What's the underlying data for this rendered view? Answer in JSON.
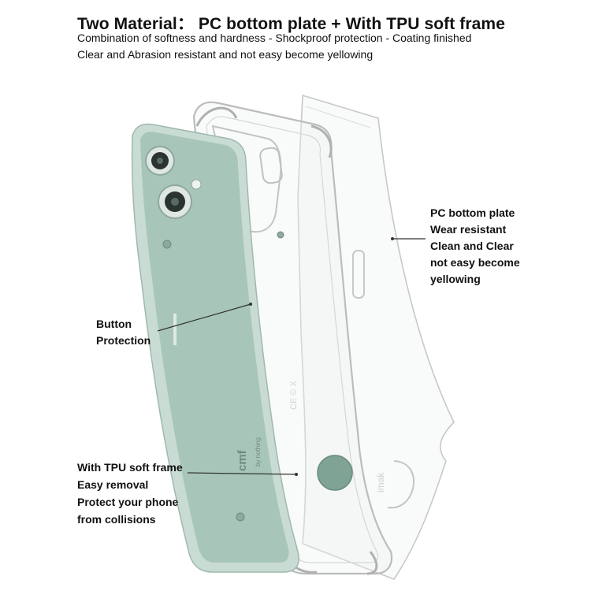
{
  "header": {
    "title": "Two Material： PC bottom plate + With TPU soft frame",
    "subtitle_line1": "Combination of softness and hardness - Shockproof protection - Coating finished",
    "subtitle_line2": "Clear and Abrasion resistant and not easy become yellowing"
  },
  "callouts": {
    "pc_plate": [
      "PC bottom plate",
      "Wear resistant",
      "Clean and Clear",
      "not easy become",
      "yellowing"
    ],
    "button": [
      "Button",
      "Protection"
    ],
    "tpu_frame": [
      "With TPU soft frame",
      "Easy removal",
      "Protect your phone",
      "from collisions"
    ]
  },
  "phone_marks": {
    "brand_vertical": "cmf",
    "maker_vertical": "by nothing",
    "case_brand": "imak",
    "ce_mark": "CE © X"
  },
  "colors": {
    "phone_body": "#a7c6b9",
    "phone_frame": "#c9dcd3",
    "case_outline": "#c6c6c6",
    "text": "#111111"
  }
}
